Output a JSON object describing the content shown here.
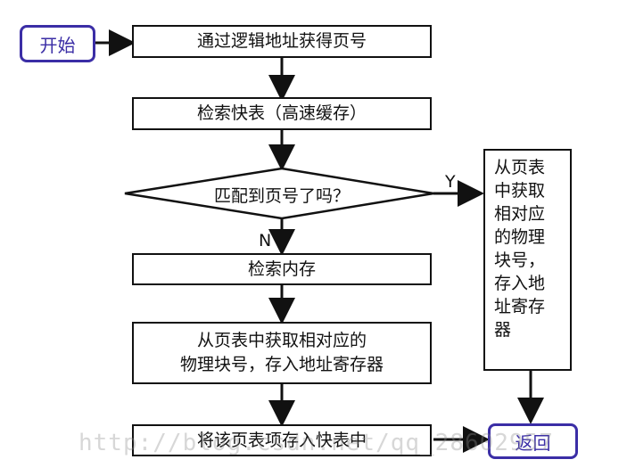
{
  "flow": {
    "start": "开始",
    "step1": "通过逻辑地址获得页号",
    "step2": "检索快表（高速缓存）",
    "decision": "匹配到页号了吗？",
    "yes": "Y",
    "no": "N",
    "step3": "检索内存",
    "step4_line1": "从页表中获取相对应的",
    "step4_line2": "物理块号，存入地址寄存器",
    "step5": "将该页表项存入快表中",
    "side_lines": [
      "从页表",
      "中获取",
      "相对应",
      "的物理",
      "块号，",
      "存入地",
      "址寄存",
      "器"
    ],
    "end": "返回"
  },
  "watermark": "http://blog.csdn.net/qq_28602957",
  "colors": {
    "terminal": "#3b2ea6",
    "line": "#111111"
  }
}
